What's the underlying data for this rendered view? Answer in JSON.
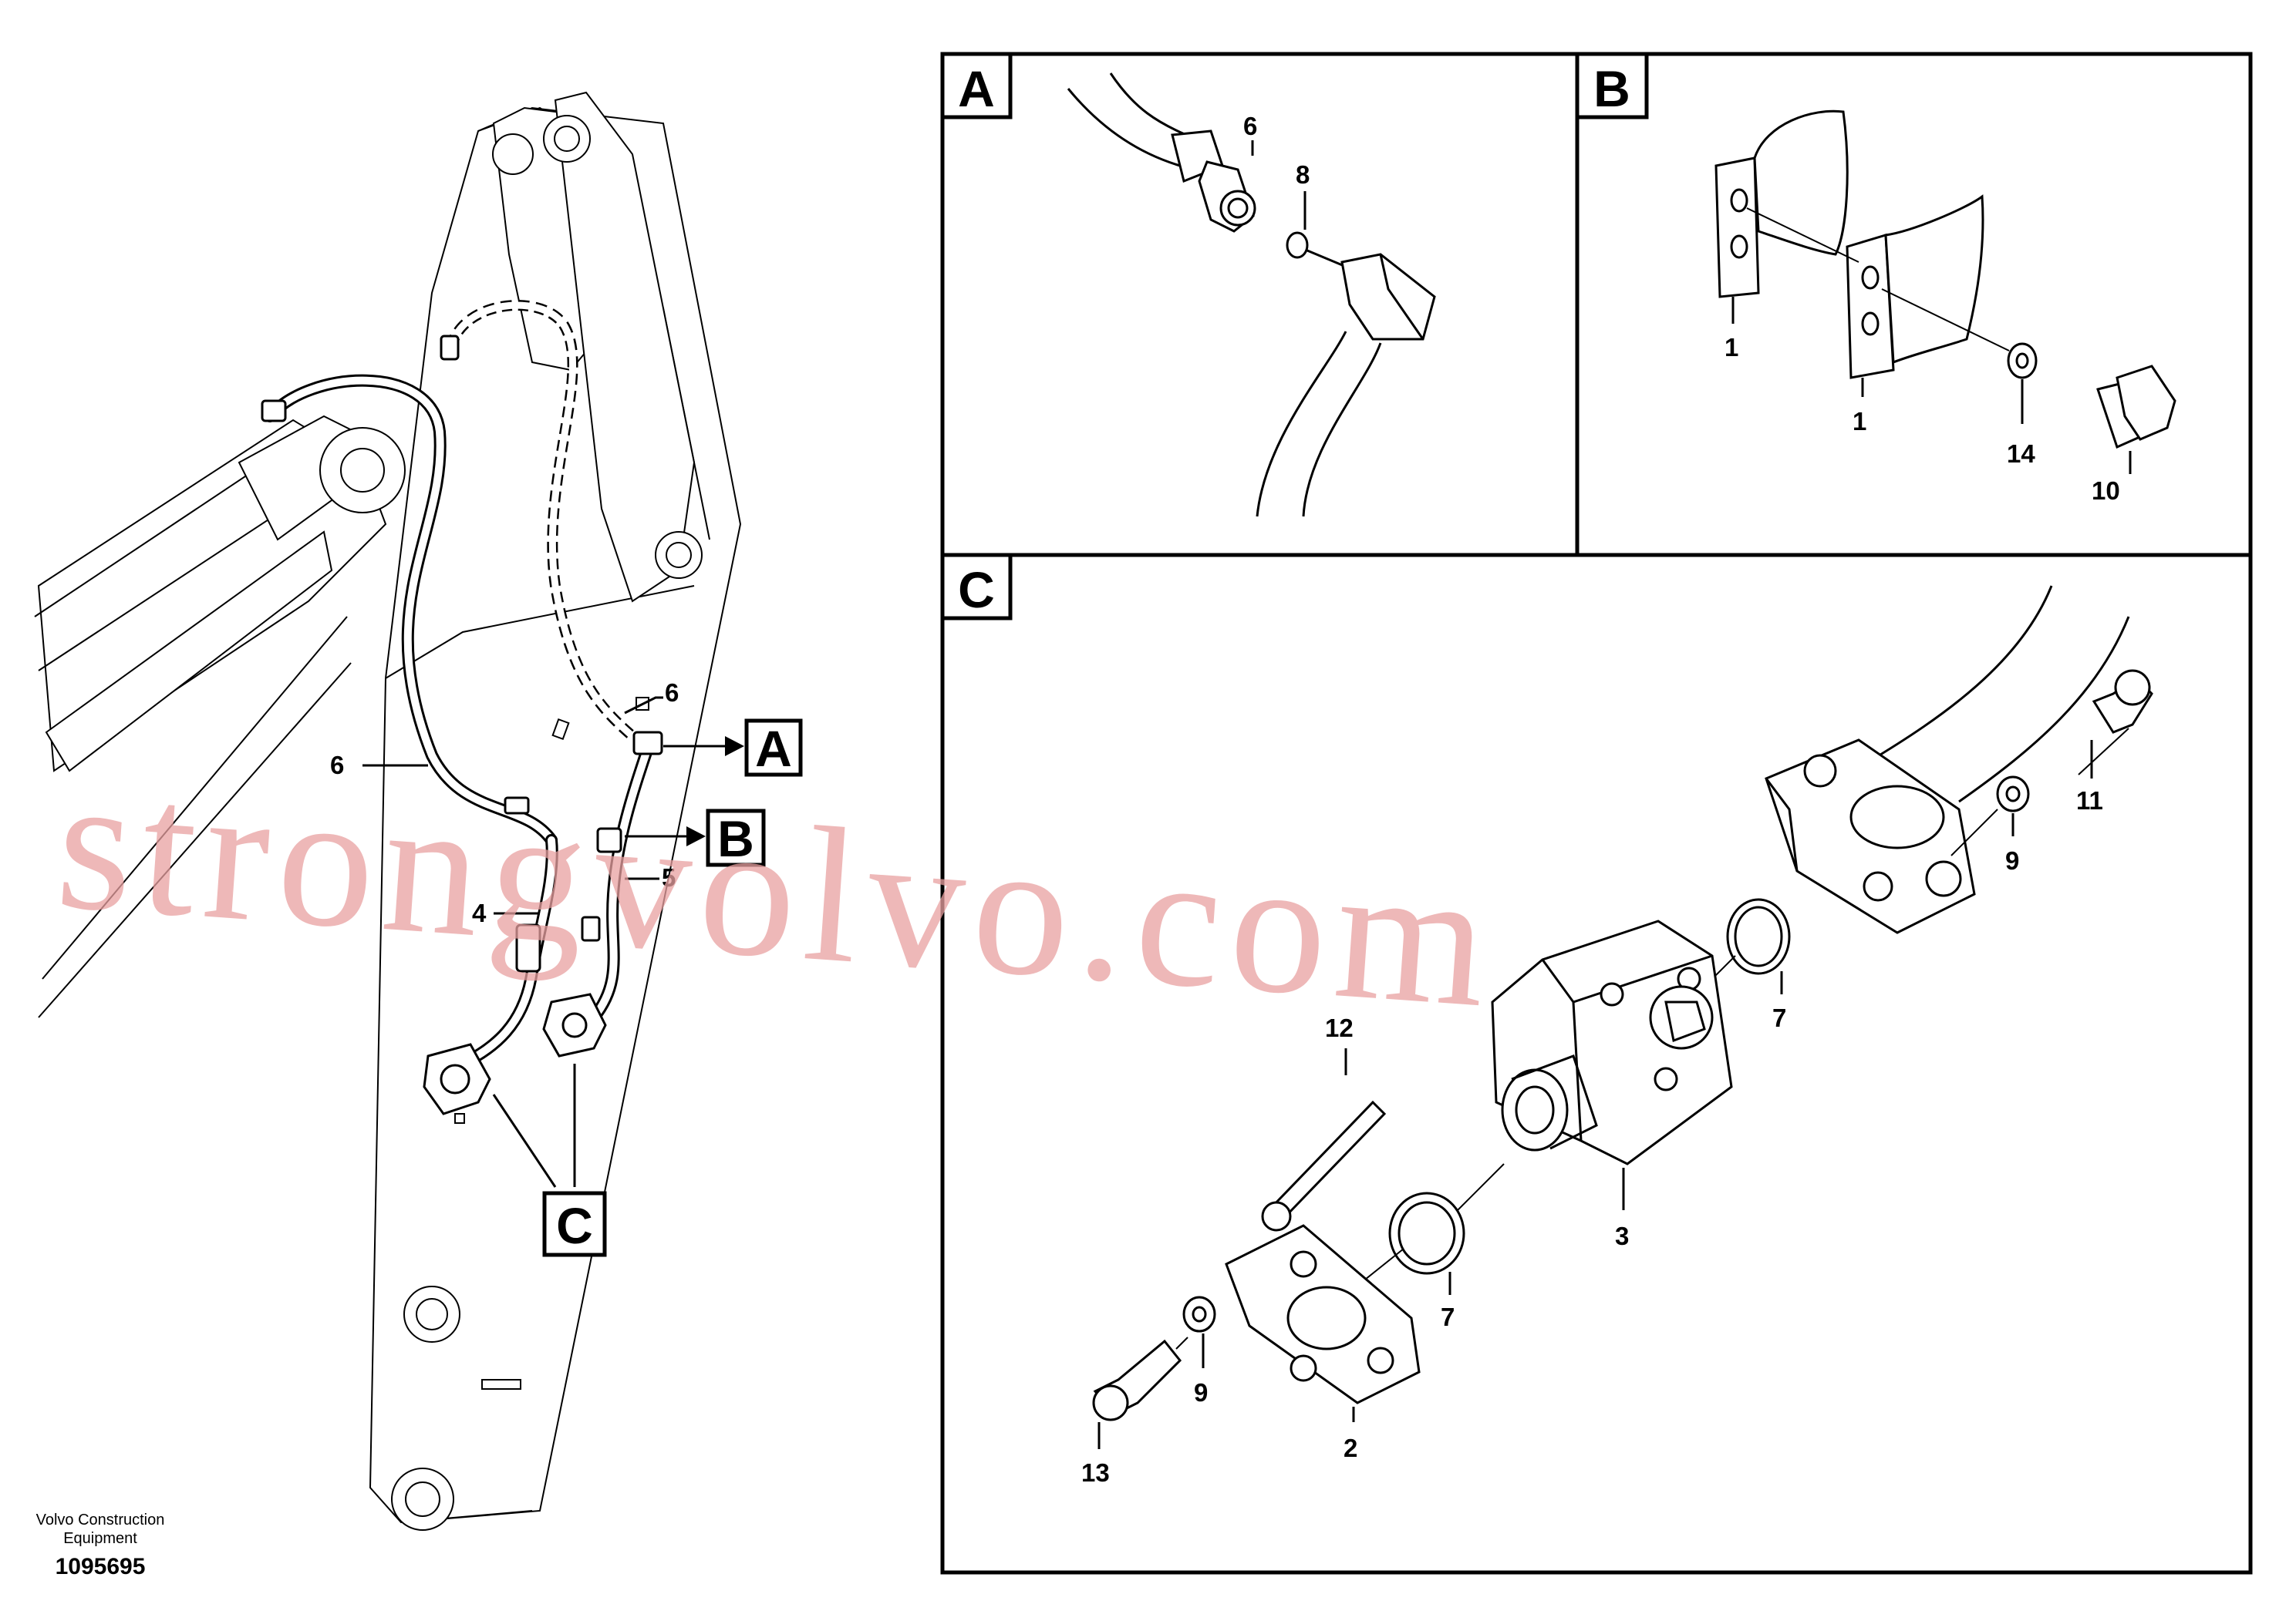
{
  "panels": {
    "a": {
      "letter": "A",
      "labels": {
        "hose": "6",
        "oring": "8"
      }
    },
    "b": {
      "letter": "B",
      "labels": {
        "clamp_left": "1",
        "clamp_right": "1",
        "washer": "14",
        "screw": "10"
      }
    },
    "c": {
      "letter": "C",
      "labels": {
        "screw_long_top": "11",
        "washer_top": "9",
        "oring_top": "7",
        "pin": "12",
        "block": "3",
        "oring_bottom": "7",
        "flange": "2",
        "washer_bottom": "9",
        "screw_bottom": "13"
      }
    }
  },
  "overview": {
    "labels": {
      "hose_left": "6",
      "hose_right": "6",
      "tube": "4",
      "tube_right": "5"
    },
    "callouts": {
      "a": "A",
      "b": "B",
      "c": "C"
    }
  },
  "watermark": "strongvolvo.com",
  "footer": {
    "company_line1": "Volvo Construction",
    "company_line2": "Equipment",
    "doc_number": "1095695"
  }
}
